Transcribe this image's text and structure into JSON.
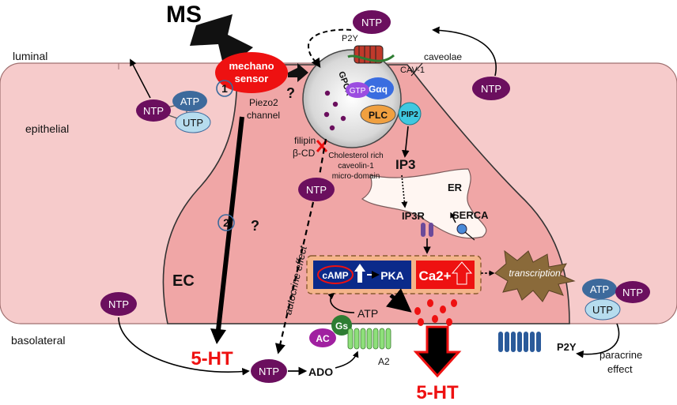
{
  "labels": {
    "ms": "MS",
    "luminal": "luminal",
    "epithelial": "epithelial",
    "basolateral": "basolateral",
    "ec": "EC",
    "mechano_line1": "mechano",
    "mechano_line2": "sensor",
    "piezo_line1": "Piezo2",
    "piezo_line2": "channel",
    "step1": "1",
    "step2": "2",
    "question": "?",
    "ntp": "NTP",
    "atp": "ATP",
    "utp": "UTP",
    "p2y": "P2Y",
    "gpcr": "GPCR",
    "gtp": "GTP",
    "galpha": "Gαq",
    "cav1": "CAV-1",
    "caveolae": "caveolae",
    "plc": "PLC",
    "pip2": "PIP2",
    "ip3": "IP3",
    "er": "ER",
    "ip3r": "IP3R",
    "serca": "SERCA",
    "filipin": "filipin",
    "bcd": "β-CD",
    "domain_line1": "Cholesterol rich",
    "domain_line2": "caveolin-1",
    "domain_line3": "micro-domain",
    "autocrine": "autocrine effect",
    "camp": "cAMP",
    "pka": "PKA",
    "ca": "Ca2+",
    "transcription": "transcription",
    "gs": "Gs",
    "ac": "AC",
    "ado": "ADO",
    "a2": "A2",
    "serotonin": "5-HT",
    "paracrine_line1": "paracrine",
    "paracrine_line2": "effect"
  },
  "colors": {
    "cell_fill": "#f6cbcb",
    "ec_fill": "#f0a6a6",
    "ntp": "#6b0f5e",
    "atp": "#3d6a9c",
    "utp": "#b6dcee",
    "mechano": "#ee1111",
    "serotonin": "#ee1111",
    "camp_box": "#0b2a8a",
    "ca_box": "#ee1111",
    "plc": "#f0a040",
    "pip2": "#40c8e0",
    "galpha": "#3a6de0",
    "gtp": "#9b4de0",
    "gs": "#2e7d32",
    "ac": "#a020a0",
    "receptor": "#8ee07a",
    "p2y_receptor": "#2a5a9a",
    "transcription": "#8a6a3a"
  },
  "icons": [
    "down-arrow-icon",
    "red-x-icon",
    "up-arrow-icon",
    "starburst-icon"
  ]
}
